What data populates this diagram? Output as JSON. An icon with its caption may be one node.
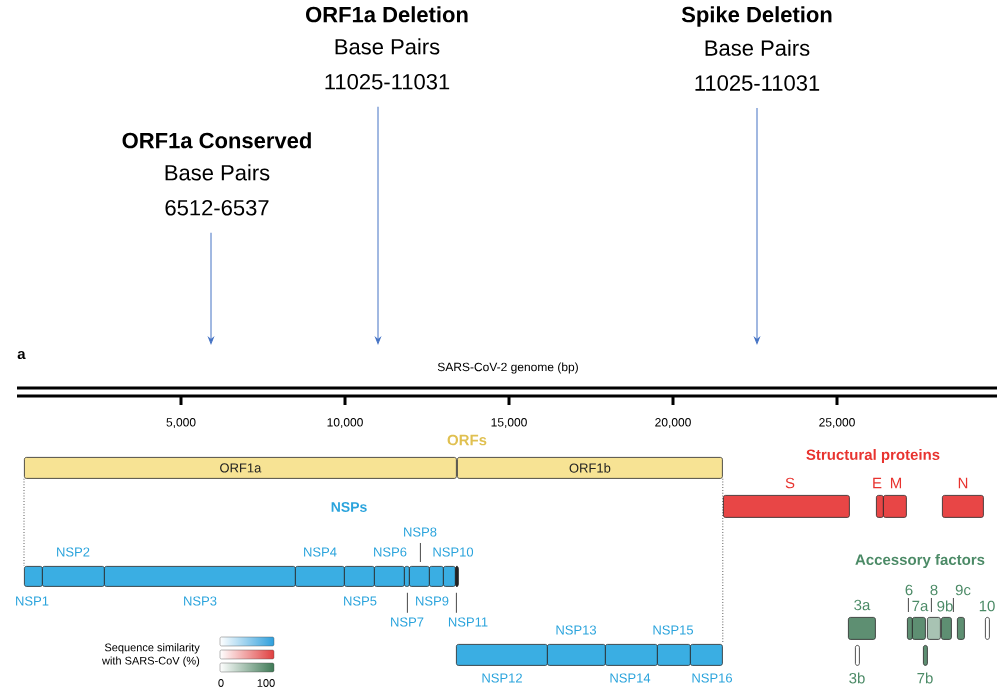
{
  "diagram": {
    "nodes": [
      {
        "text": [
          "ORF1a Conserved",
          "Base Pairs 6512-6537"
        ]
      },
      {
        "text": [
          "ORF1a Deletion",
          "Base Pairs 11025-11031"
        ]
      },
      {
        "text": [
          "Spike Deletion",
          "Base Pairs 11025-11031"
        ]
      },
      {
        "text": [
          "ORF1a"
        ]
      },
      {
        "text": [
          "ORF1b"
        ]
      },
      {
        "text": [
          "NSP1"
        ]
      },
      {
        "text": [
          "NSP2"
        ]
      },
      {
        "text": [
          "NSP3"
        ]
      },
      {
        "text": [
          "NSP4"
        ]
      },
      {
        "text": [
          "NSP5"
        ]
      },
      {
        "text": [
          "NSP6"
        ]
      },
      {
        "text": [
          "NSP7"
        ]
      },
      {
        "text": [
          "NSP8"
        ]
      },
      {
        "text": [
          "NSP9"
        ]
      },
      {
        "text": [
          "NSP10"
        ]
      },
      {
        "text": [
          "NSP11"
        ]
      },
      {
        "text": [
          "NSP12"
        ]
      },
      {
        "text": [
          "NSP13"
        ]
      },
      {
        "text": [
          "NSP14"
        ]
      },
      {
        "text": [
          "NSP15"
        ]
      },
      {
        "text": [
          "NSP16"
        ]
      },
      {
        "text": [
          "S"
        ]
      },
      {
        "text": [
          "E"
        ]
      },
      {
        "text": [
          "M"
        ]
      },
      {
        "text": [
          "N"
        ]
      },
      {
        "text": [
          "3a"
        ]
      },
      {
        "text": [
          "3b"
        ]
      },
      {
        "text": [
          "6"
        ]
      },
      {
        "text": [
          "7a"
        ]
      },
      {
        "text": [
          "7b"
        ]
      },
      {
        "text": [
          "8"
        ]
      },
      {
        "text": [
          "9b"
        ]
      },
      {
        "text": [
          "9c"
        ]
      },
      {
        "text": [
          "10"
        ]
      }
    ],
    "edges": [
      {
        "from": 0,
        "to": null,
        "arrow": "to",
        "color": "#4472c4"
      },
      {
        "from": 1,
        "to": null,
        "arrow": "to",
        "color": "#4472c4"
      },
      {
        "from": 2,
        "to": null,
        "arrow": "to",
        "color": "#4472c4"
      },
      {
        "from": 3,
        "to": 5,
        "arrow": "none",
        "style": "dashed"
      },
      {
        "from": 4,
        "to": 20,
        "arrow": "none",
        "style": "dashed"
      },
      {
        "from": 11,
        "to": null,
        "arrow": "none"
      },
      {
        "from": 12,
        "to": null,
        "arrow": "none"
      },
      {
        "from": 15,
        "to": null,
        "arrow": "none"
      },
      {
        "from": 27,
        "to": null,
        "arrow": "none"
      },
      {
        "from": 30,
        "to": 31,
        "arrow": "none"
      },
      {
        "from": 31,
        "to": 32,
        "arrow": "none"
      }
    ],
    "labels": [
      "a",
      "SARS-CoV-2 genome (bp)",
      "5,000",
      "10,000",
      "15,000",
      "20,000",
      "25,000",
      "ORFs",
      "NSPs",
      "Structural proteins",
      "Accessory factors",
      "Sequence similarity with SARS-CoV (%)",
      "0",
      "100"
    ]
  }
}
